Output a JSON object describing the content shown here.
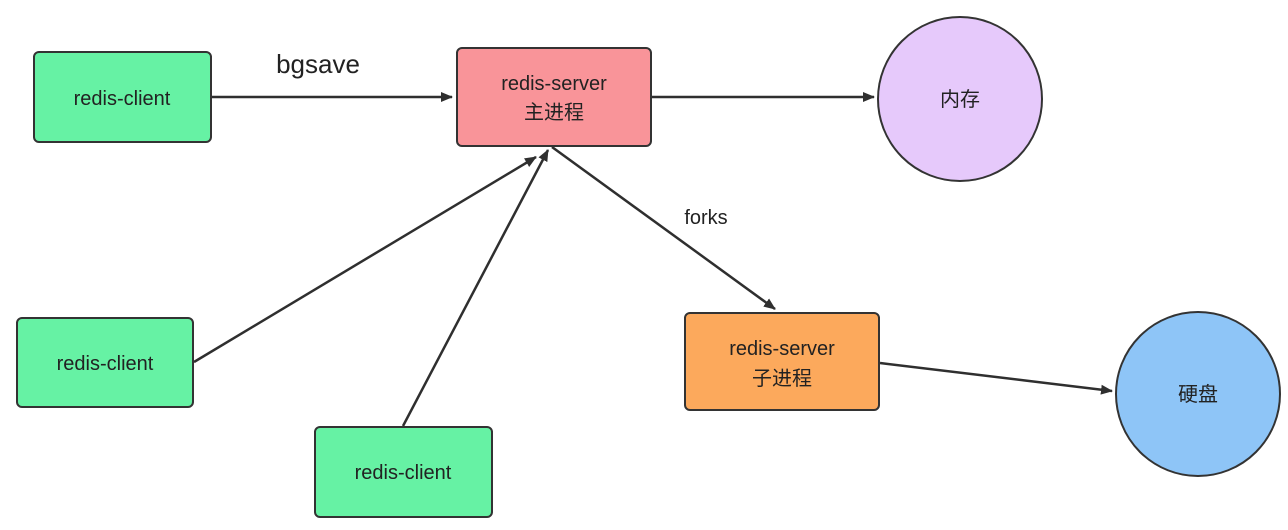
{
  "colors": {
    "client_fill": "#66f2a4",
    "main_fill": "#f99499",
    "child_fill": "#fca95c",
    "memory_fill": "#e6c9fb",
    "disk_fill": "#8ec5f7",
    "stroke": "#333333",
    "edge": "#2f2f2f"
  },
  "nodes": {
    "client_top": {
      "label": "redis-client"
    },
    "client_mid": {
      "label": "redis-client"
    },
    "client_bottom": {
      "label": "redis-client"
    },
    "server_main": {
      "line1": "redis-server",
      "line2": "主进程"
    },
    "server_child": {
      "line1": "redis-server",
      "line2": "子进程"
    },
    "memory": {
      "label": "内存"
    },
    "disk": {
      "label": "硬盘"
    }
  },
  "edges": {
    "bgsave_label": "bgsave",
    "forks_label": "forks"
  }
}
